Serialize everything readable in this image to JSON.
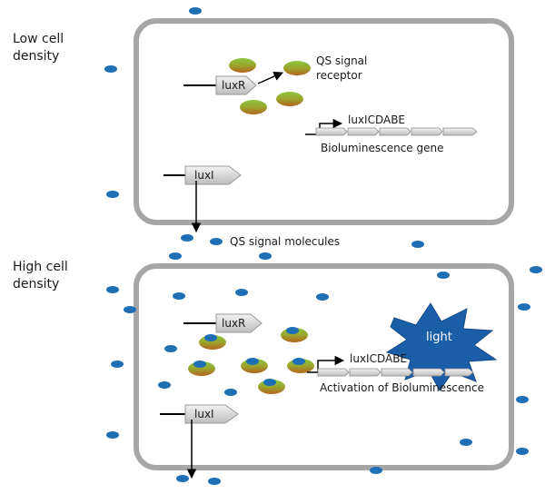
{
  "low": {
    "title_line1": "Low cell",
    "title_line2": "density",
    "receptor_line1": "QS signal",
    "receptor_line2": "receptor",
    "luxR": "luxR",
    "operon": "luxICDABE",
    "bioluminescence_gene": "Bioluminescence gene",
    "luxI": "luxI"
  },
  "signal_molecules_label": "QS signal molecules",
  "high": {
    "title_line1": "High cell",
    "title_line2": "density",
    "luxR": "luxR",
    "operon": "luxICDABE",
    "activation": "Activation of Bioluminescence",
    "light": "light",
    "luxI": "luxI"
  },
  "colors": {
    "cell_border": "#a6a6a6",
    "signal_molecule": "#1f6fb5",
    "receptor_top": "#8dc63f",
    "receptor_bottom": "#b5651d",
    "light_burst": "#1b5ea8",
    "gene_arrow": "#d0d0d0"
  }
}
